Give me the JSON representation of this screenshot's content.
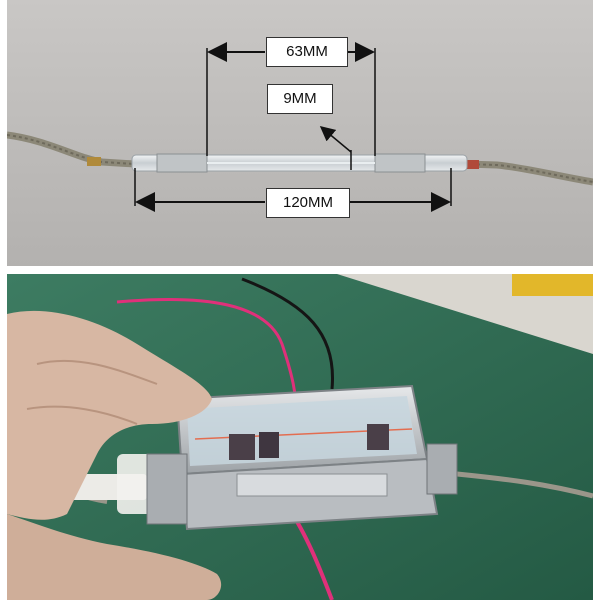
{
  "top_photo": {
    "dimension_labels": {
      "arc_length": "63MM",
      "diameter": "9MM",
      "overall_length": "120MM"
    },
    "colors": {
      "background": "#bdbbb9",
      "glass": "#d8dde0",
      "wire": "#8c8878",
      "arrow": "#111111"
    }
  },
  "bottom_photo": {
    "colors": {
      "mat": "#2f6f55",
      "red_wire": "#e0307a",
      "black_wire": "#151515",
      "metal": "#c9ccd0",
      "skin": "#d7b7a3"
    }
  }
}
